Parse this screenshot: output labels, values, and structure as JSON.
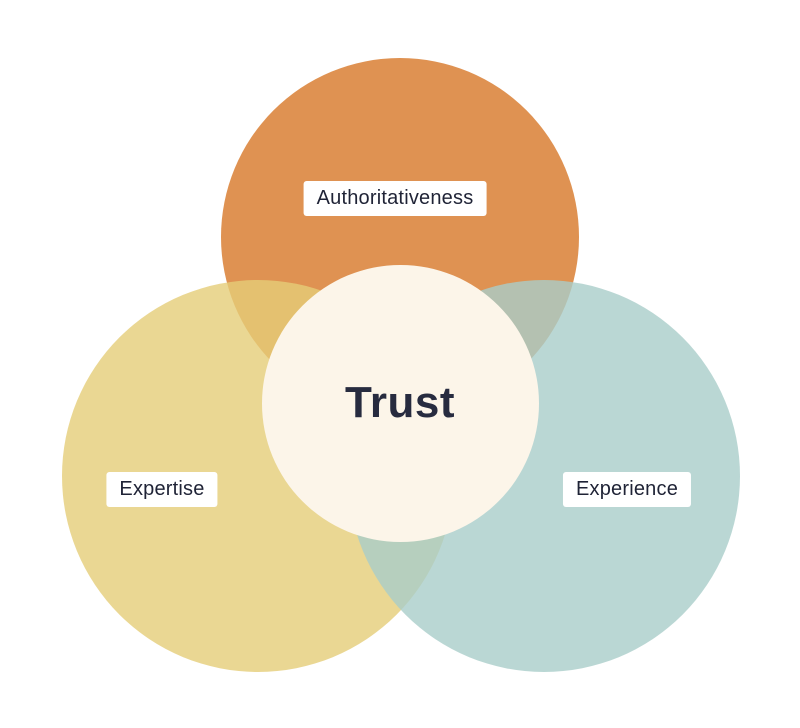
{
  "diagram": {
    "type": "venn",
    "center": {
      "label": "Trust",
      "fill": "#FCF5E9",
      "text_color": "#272B3F"
    },
    "circles": [
      {
        "id": "authoritativeness",
        "label": "Authoritativeness",
        "fill": "#DF9252",
        "position": "top"
      },
      {
        "id": "expertise",
        "label": "Expertise",
        "fill": "#E5CD78",
        "position": "bottom-left"
      },
      {
        "id": "experience",
        "label": "Experience",
        "fill": "#A9CDC9",
        "position": "bottom-right"
      }
    ],
    "label_style": {
      "background": "#FFFFFF",
      "text_color": "#1F2336"
    },
    "background": "#FFFFFF"
  }
}
